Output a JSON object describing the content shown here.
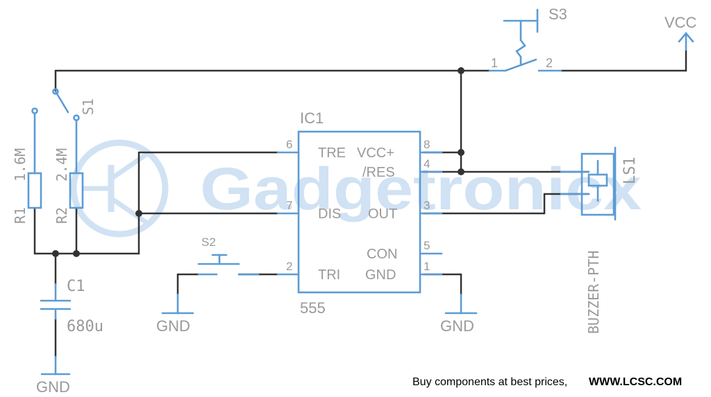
{
  "watermark": {
    "brand": "Gadgetronicx"
  },
  "power": {
    "vcc": "VCC",
    "gnd_c1": "GND",
    "gnd_s2": "GND",
    "gnd_ic": "GND"
  },
  "components": {
    "r1": {
      "ref": "R1",
      "value": "1.6M"
    },
    "r2": {
      "ref": "R2",
      "value": "2.4M"
    },
    "c1": {
      "ref": "C1",
      "value": "680u"
    },
    "s1": {
      "ref": "S1"
    },
    "s2": {
      "ref": "S2"
    },
    "s3": {
      "ref": "S3",
      "pin1": "1",
      "pin2": "2"
    },
    "ic1": {
      "ref": "IC1",
      "part": "555",
      "pins_left": [
        {
          "num": "6",
          "name": "TRE"
        },
        {
          "num": "7",
          "name": "DIS"
        },
        {
          "num": "2",
          "name": "TRI"
        }
      ],
      "pins_right": [
        {
          "num": "8",
          "name": "VCC+"
        },
        {
          "num": "4",
          "name": "/RES"
        },
        {
          "num": "3",
          "name": "OUT"
        },
        {
          "num": "5",
          "name": "CON"
        },
        {
          "num": "1",
          "name": "GND"
        }
      ]
    },
    "ls1": {
      "ref": "LS1",
      "value": "BUZZER-PTH"
    }
  },
  "footer": {
    "text": "Buy components at best prices,",
    "site": "WWW.LCSC.COM"
  }
}
